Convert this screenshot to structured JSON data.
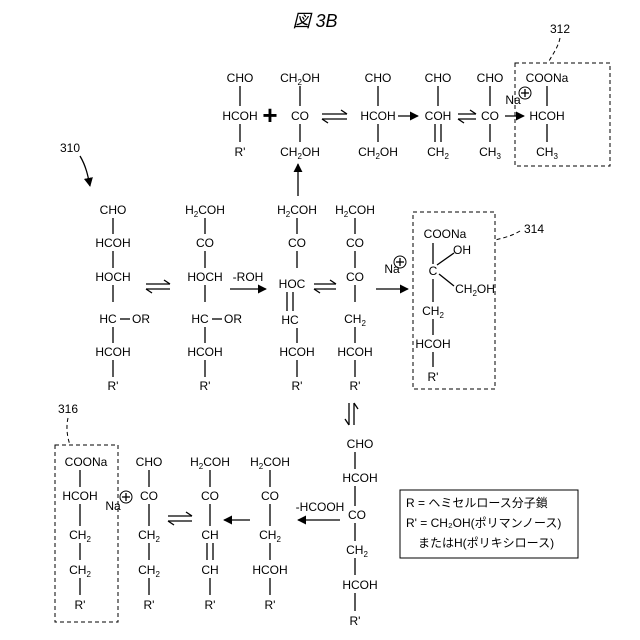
{
  "figure_title": "図  3B",
  "labels": {
    "ref_310": "310",
    "ref_312": "312",
    "ref_314": "314",
    "ref_316": "316"
  },
  "top_row": {
    "m1": [
      "CHO",
      "HCOH",
      "R'"
    ],
    "plus": "+",
    "m2": [
      "CH2OH",
      "CO",
      "CH2OH"
    ],
    "m3": [
      "CHO",
      "HCOH",
      "CH2OH"
    ],
    "m4": [
      "CHO",
      "COH",
      "CH2"
    ],
    "m5": [
      "CHO",
      "CO",
      "CH3"
    ],
    "m6": [
      "COONa",
      "HCOH",
      "CH3"
    ],
    "na": "Na"
  },
  "middle_row": {
    "m1": [
      "CHO",
      "HCOH",
      "HOCH",
      "HC",
      "OR",
      "HCOH",
      "R'"
    ],
    "m2": [
      "H2COH",
      "CO",
      "HOCH",
      "HC",
      "OR",
      "HCOH",
      "R'"
    ],
    "arrow_label": "-ROH",
    "m3": [
      "H2COH",
      "CO",
      "HOC",
      "HC",
      "HCOH",
      "R'"
    ],
    "m4": [
      "H2COH",
      "CO",
      "CO",
      "CH2",
      "HCOH",
      "R'"
    ],
    "na": "Na",
    "m5": [
      "COONa",
      "OH",
      "C",
      "CH2OH",
      "CH2",
      "HCOH",
      "R'"
    ]
  },
  "bottom_row": {
    "m1": [
      "CHO",
      "HCOH",
      "CO",
      "CH2",
      "HCOH",
      "R'"
    ],
    "arrow_label": "-HCOOH",
    "m2": [
      "H2COH",
      "CO",
      "CH2",
      "HCOH",
      "R'"
    ],
    "m3": [
      "H2COH",
      "CO",
      "CH",
      "CH",
      "R'"
    ],
    "m4": [
      "CHO",
      "CO",
      "CH2",
      "CH2",
      "R'"
    ],
    "na": "Na",
    "m5": [
      "COONa",
      "HCOH",
      "CH2",
      "CH2",
      "R'"
    ]
  },
  "legend": {
    "line1": "R = ヘミセルロース分子鎖",
    "line2": "R' = CH₂OH(ポリマンノース)",
    "line3": "またはH(ポリキシロース)"
  }
}
